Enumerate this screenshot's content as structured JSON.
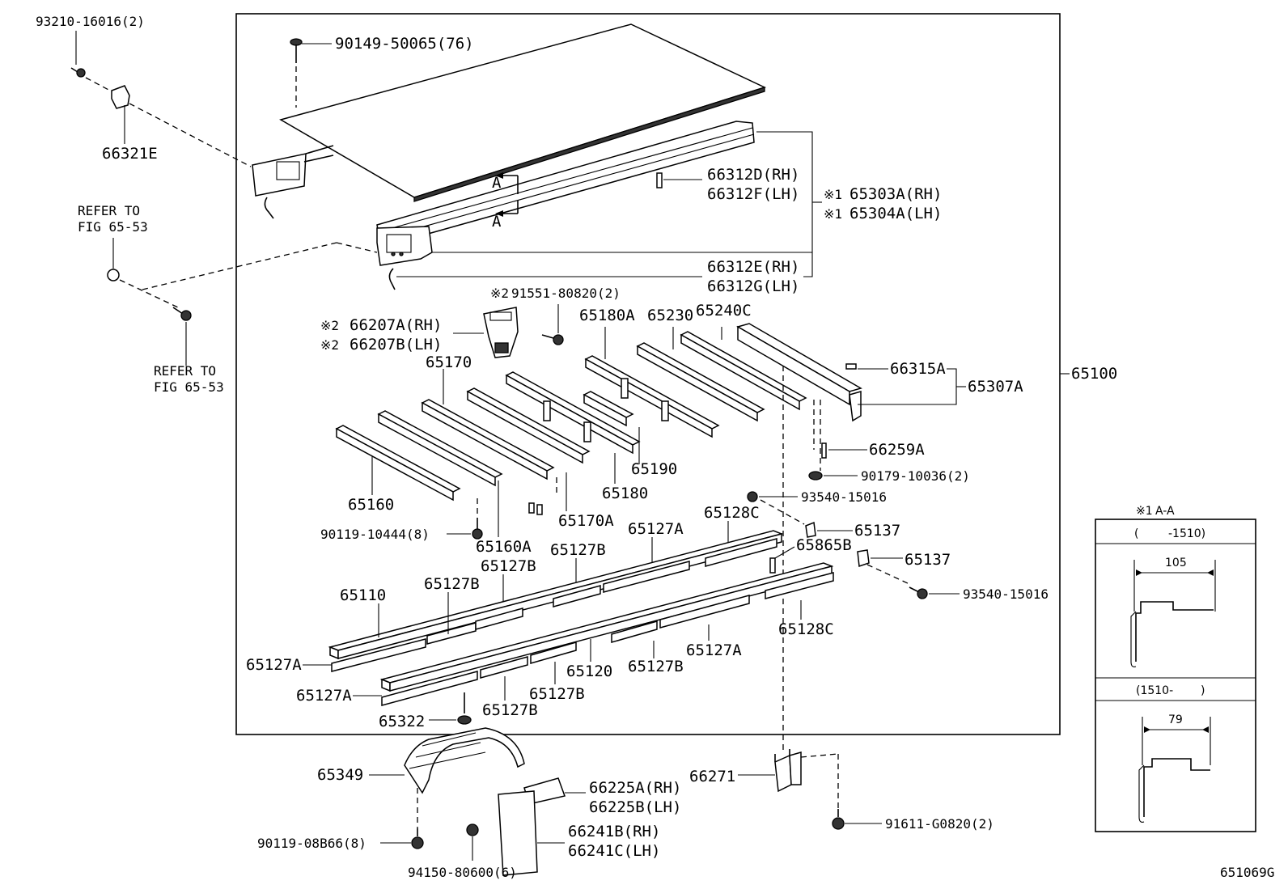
{
  "diagram": {
    "figure_code": "651069G",
    "outside_labels": {
      "bolt_top_left": "93210-16016(2)",
      "nut_66321e": "66321E",
      "refer_upper_1": "REFER TO",
      "refer_upper_2": "FIG 65-53",
      "refer_lower_1": "REFER TO",
      "refer_lower_2": "FIG 65-53",
      "main_assembly": "65100",
      "fender": "65349",
      "fender_bolt": "90119-08B66(8)",
      "bracket_rh": "66225A(RH)",
      "bracket_lh": "66225B(LH)",
      "mudflap_rh": "66241B(RH)",
      "mudflap_lh": "66241C(LH)",
      "flap_nut": "94150-80600(6)",
      "step_bracket": "66271",
      "step_bolt": "91611-G0820(2)"
    },
    "box_labels": {
      "screw_top": "90149-50065(76)",
      "section_mark_upper": "A",
      "section_mark_lower": "A",
      "pin_rh": "66312D(RH)",
      "pin_lh": "66312F(LH)",
      "rail_rh_mark": "※1",
      "rail_rh": "65303A(RH)",
      "rail_lh_mark": "※1",
      "rail_lh": "65304A(LH)",
      "hook_rh": "66312E(RH)",
      "hook_lh": "66312G(LH)",
      "hinge_bolt_mark": "※2",
      "hinge_bolt": "91551-80820(2)",
      "hinge_rh_mark": "※2",
      "hinge_rh": "66207A(RH)",
      "hinge_lh_mark": "※2",
      "hinge_lh": "66207B(LH)",
      "m65180a": "65180A",
      "m65230": "65230",
      "m65240c": "65240C",
      "m66315a": "66315A",
      "m65307a": "65307A",
      "m65170": "65170",
      "m65190": "65190",
      "m66259a": "66259A",
      "m65180": "65180",
      "screw_90179": "90179-10036(2)",
      "m65160": "65160",
      "bolt_93540_upper": "93540-15016",
      "screw_90119": "90119-10444(8)",
      "m65170a": "65170A",
      "m65128c_upper": "65128C",
      "m65137_upper": "65137",
      "m65160a": "65160A",
      "m65127a_upper": "65127A",
      "m65127b_1": "65127B",
      "m65865b": "65865B",
      "m65137_lower": "65137",
      "m65127b_2": "65127B",
      "m65110": "65110",
      "m65127b_3": "65127B",
      "bolt_93540_lower": "93540-15016",
      "m65128c_lower": "65128C",
      "m65127a_left": "65127A",
      "m65127a_mid": "65127A",
      "m65127b_4": "65127B",
      "m65120": "65120",
      "m65127a_bottom": "65127A",
      "m65127b_5": "65127B",
      "m65127b_6": "65127B",
      "m65322": "65322"
    },
    "section_view": {
      "header_mark": "※1",
      "header_title": "A-A",
      "range_1_open": "(",
      "range_1_value": "-1510)",
      "dimension_1": "105",
      "range_2_open": "(1510-",
      "range_2_close": ")",
      "dimension_2": "79"
    }
  }
}
